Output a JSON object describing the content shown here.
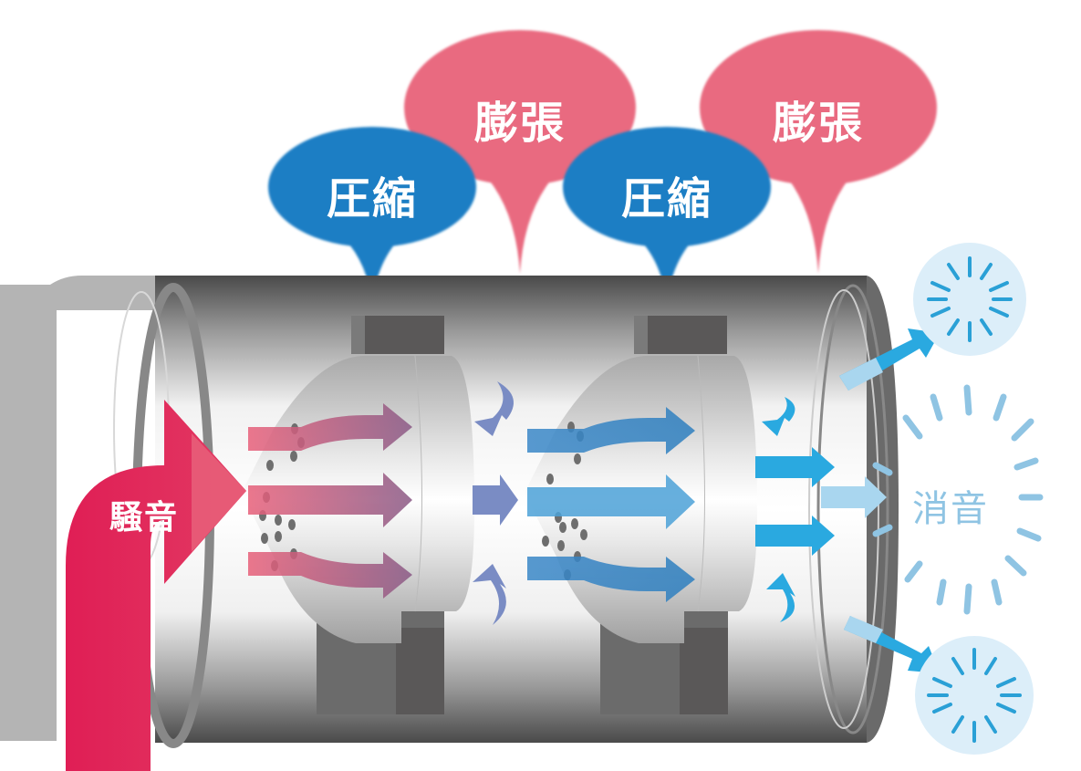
{
  "diagram": {
    "type": "muffler-sound-reduction",
    "colors": {
      "noise_red": "#e4245a",
      "expansion_pink": "#e96b80",
      "compression_blue": "#1e7ec4",
      "flow_light_blue": "#2aa9e0",
      "silence_pale_blue": "#dceef9",
      "pipe_gray": "#b4b4b4",
      "baffle_dark": "#5a5858"
    },
    "bubbles": [
      {
        "id": "compression-1",
        "label": "圧縮",
        "kind": "compression"
      },
      {
        "id": "expansion-1",
        "label": "膨張",
        "kind": "expansion"
      },
      {
        "id": "compression-2",
        "label": "圧縮",
        "kind": "compression"
      },
      {
        "id": "expansion-2",
        "label": "膨張",
        "kind": "expansion"
      }
    ],
    "input": {
      "label": "騒音",
      "icon": "noise-arrow-icon"
    },
    "output": {
      "label": "消音",
      "icon": "silence-burst-icon"
    },
    "stages": [
      {
        "name": "chamber-1",
        "flow_color": "pink-to-purple"
      },
      {
        "name": "chamber-2",
        "flow_color": "blue"
      }
    ]
  }
}
